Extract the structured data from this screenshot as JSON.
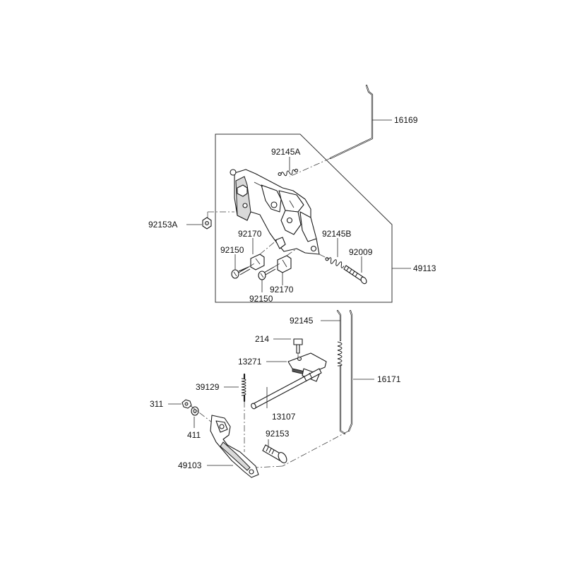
{
  "diagram": {
    "part_labels": [
      {
        "id": "p16169",
        "text": "16169"
      },
      {
        "id": "p92145A",
        "text": "92145A"
      },
      {
        "id": "p92153A",
        "text": "92153A"
      },
      {
        "id": "p92170a",
        "text": "92170"
      },
      {
        "id": "p92145B",
        "text": "92145B"
      },
      {
        "id": "p92150a",
        "text": "92150"
      },
      {
        "id": "p92009",
        "text": "92009"
      },
      {
        "id": "p49113",
        "text": "49113"
      },
      {
        "id": "p92170b",
        "text": "92170"
      },
      {
        "id": "p92150b",
        "text": "92150"
      },
      {
        "id": "p92145",
        "text": "92145"
      },
      {
        "id": "p214",
        "text": "214"
      },
      {
        "id": "p13271",
        "text": "13271"
      },
      {
        "id": "p16171",
        "text": "16171"
      },
      {
        "id": "p39129",
        "text": "39129"
      },
      {
        "id": "p311",
        "text": "311"
      },
      {
        "id": "p13107",
        "text": "13107"
      },
      {
        "id": "p411",
        "text": "411"
      },
      {
        "id": "p92153",
        "text": "92153"
      },
      {
        "id": "p49103",
        "text": "49103"
      }
    ]
  }
}
